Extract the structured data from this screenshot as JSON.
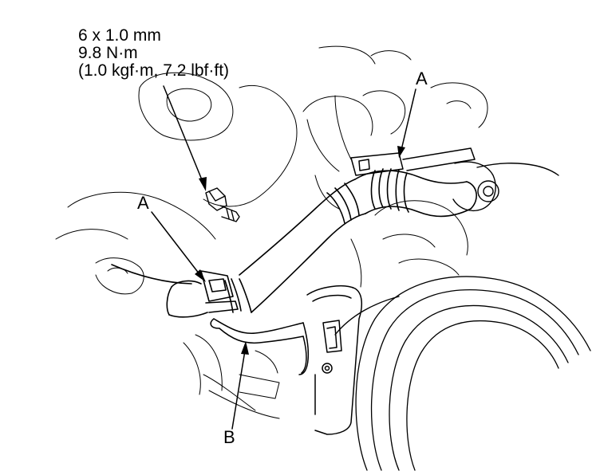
{
  "torque_spec": {
    "line1": "6 x 1.0 mm",
    "line2": "9.8 N·m",
    "line3": "(1.0 kgf·m, 7.2 lbf·ft)"
  },
  "callouts": {
    "a_upper": "A",
    "a_lower": "A",
    "b": "B"
  },
  "colors": {
    "line": "#000000",
    "background": "#ffffff"
  }
}
